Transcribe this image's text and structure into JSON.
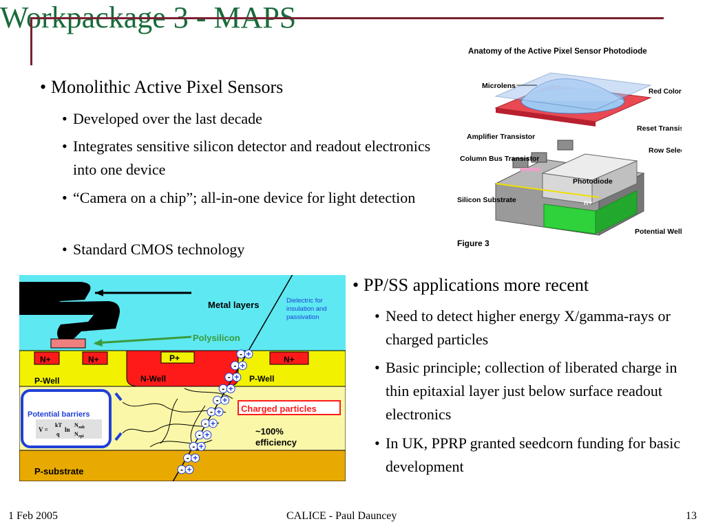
{
  "slide": {
    "title": "Workpackage 3 - MAPS",
    "left_bullets": {
      "main": "Monolithic Active Pixel Sensors",
      "subs": [
        "Developed over the last decade",
        "Integrates sensitive silicon detector and readout electronics into one device",
        "“Camera on a chip”; all-in-one device for light detection",
        "Standard CMOS technology"
      ]
    },
    "right_bullets": {
      "main": "PP/SS applications more recent",
      "subs": [
        "Need to detect higher energy X/gamma-rays or charged particles",
        "Basic principle; collection of liberated charge in thin epitaxial layer just below surface readout electronics",
        "In UK, PPRP granted seedcorn funding for basic development"
      ]
    },
    "footer": {
      "date": "1 Feb 2005",
      "author": "CALICE - Paul Dauncey",
      "page": "13"
    }
  },
  "anatomy_figure": {
    "title": "Anatomy of the Active Pixel Sensor Photodiode",
    "labels": {
      "microlens": "Microlens",
      "red_filter": "Red Color Filter",
      "reset": "Reset Transistor",
      "amplifier": "Amplifier Transistor",
      "column_bus": "Column Bus Transistor",
      "row_select": "Row Select Bus",
      "photodiode": "Photodiode",
      "nplus": "n+",
      "substrate": "Silicon Substrate",
      "potential_well": "Potential Well",
      "caption": "Figure 3"
    }
  },
  "cross_section": {
    "metal_layers": "Metal layers",
    "dielectric": "Dielectric for insulation and passivation",
    "polysilicon": "Polysilicon",
    "n_plus": "N+",
    "p_plus": "P+",
    "p_well": "P-Well",
    "n_well": "N-Well",
    "potential_barriers": "Potential barriers",
    "charged_particles": "Charged particles",
    "efficiency": "~100% efficiency",
    "p_substrate": "P-substrate",
    "minus": "-",
    "plus": "+",
    "formula_lhs": "V =",
    "formula_kt": "kT",
    "formula_q": "q",
    "formula_ln": "ln",
    "formula_nsub": "N",
    "formula_nsub_sub": "sub",
    "formula_nepi": "N",
    "formula_nepi_sub": "epi"
  },
  "colors": {
    "title": "#1a6b3c",
    "frame": "#7a1f2e",
    "dielectric": "#5ee8f2",
    "well_layer": "#f2f200",
    "epi_layer": "#fbf7a8",
    "substrate": "#e8a900",
    "n_plus": "#ff1a1a",
    "barrier": "#1f3fd8",
    "polysilicon_text": "#3a9a3a"
  }
}
